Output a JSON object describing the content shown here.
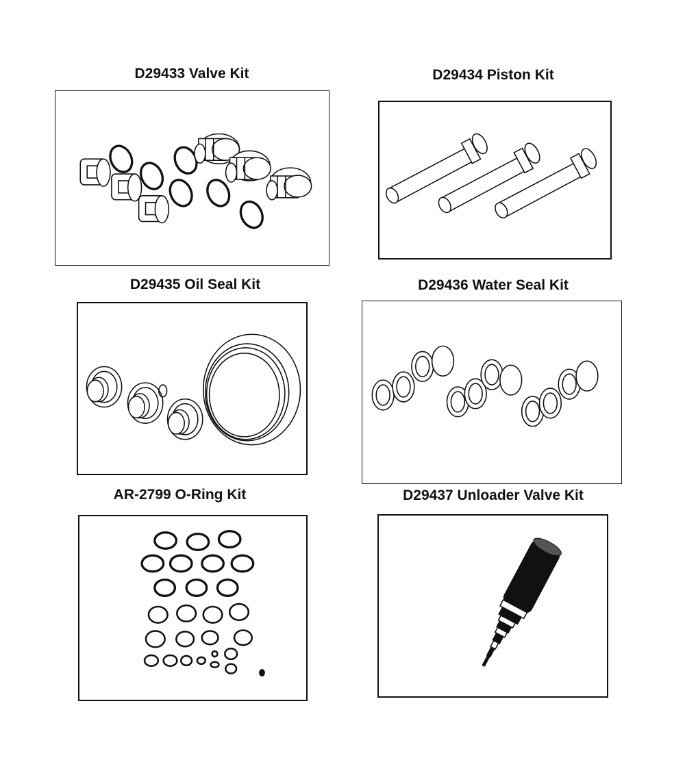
{
  "kits": [
    {
      "title": "D29433 Valve Kit"
    },
    {
      "title": "D29434 Piston Kit"
    },
    {
      "title": "D29435 Oil Seal Kit"
    },
    {
      "title": "D29436 Water Seal Kit"
    },
    {
      "title": "AR-2799 O-Ring Kit"
    },
    {
      "title": "D29437 Unloader Valve Kit"
    }
  ],
  "icons": [
    "valve-parts-drawing",
    "piston-drawing",
    "oil-seal-drawing",
    "water-seal-drawing",
    "o-ring-drawing",
    "unloader-valve-drawing"
  ]
}
